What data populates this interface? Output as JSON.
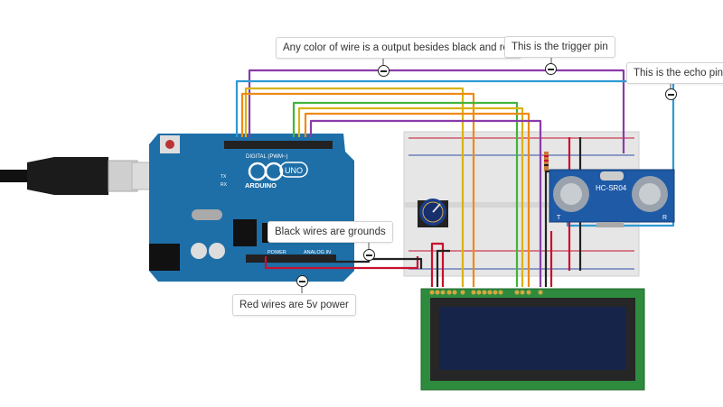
{
  "annotations": {
    "output_wire": "Any color of wire is a output besides black and red",
    "trigger_pin": "This is the trigger pin",
    "echo_pin": "This is the echo pin",
    "grounds": "Black wires are grounds",
    "power": "Red wires are 5v power"
  },
  "arduino": {
    "brand": "ARDUINO",
    "model": "UNO",
    "digital_header": "DIGITAL (PWM~)",
    "power_header": "POWER",
    "analog_header": "ANALOG IN",
    "tx": "TX",
    "rx": "RX"
  },
  "sensor": {
    "model": "HC-SR04",
    "t": "T",
    "r": "R"
  },
  "colors": {
    "board_blue": "#1e6fa8",
    "breadboard": "#e6e6e6",
    "lcd_green": "#2e8b3e",
    "lcd_screen": "#17244a",
    "wire_purple": "#8a3aa8",
    "wire_blue": "#2f9ad4",
    "wire_orange": "#ef8a16",
    "wire_yellow": "#d9b313",
    "wire_green": "#42b53c",
    "wire_red": "#c8102e",
    "wire_black": "#222222"
  }
}
